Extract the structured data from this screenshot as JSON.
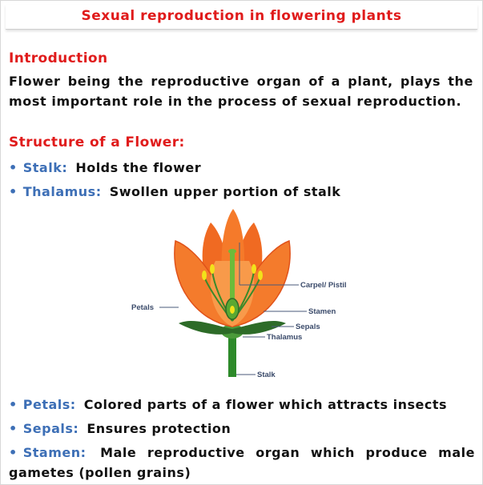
{
  "title": "Sexual reproduction in flowering plants",
  "intro": {
    "heading": "Introduction",
    "text": "Flower being the reproductive organ of a plant, plays the most important role in the process of sexual reproduction."
  },
  "structure": {
    "heading": "Structure of a Flower:",
    "bullets_top": [
      {
        "term": "Stalk:",
        "desc": "Holds the flower"
      },
      {
        "term": "Thalamus:",
        "desc": "Swollen upper portion of stalk"
      }
    ],
    "bullets_bottom": [
      {
        "term": "Petals:",
        "desc": "Colored parts of a flower which attracts insects"
      },
      {
        "term": "Sepals:",
        "desc": "Ensures protection"
      },
      {
        "term": "Stamen:",
        "desc": "Male reproductive organ which produce male gametes (pollen grains)"
      }
    ]
  },
  "diagram": {
    "labels": {
      "carpel": "Carpel/ Pistil",
      "petals": "Petals",
      "stamen": "Stamen",
      "sepals": "Sepals",
      "thalamus": "Thalamus",
      "stalk": "Stalk"
    }
  },
  "colors": {
    "heading": "#e01b1b",
    "term": "#3d6fb6",
    "petal": "#f57a2a",
    "leaf": "#2d7a2a"
  }
}
